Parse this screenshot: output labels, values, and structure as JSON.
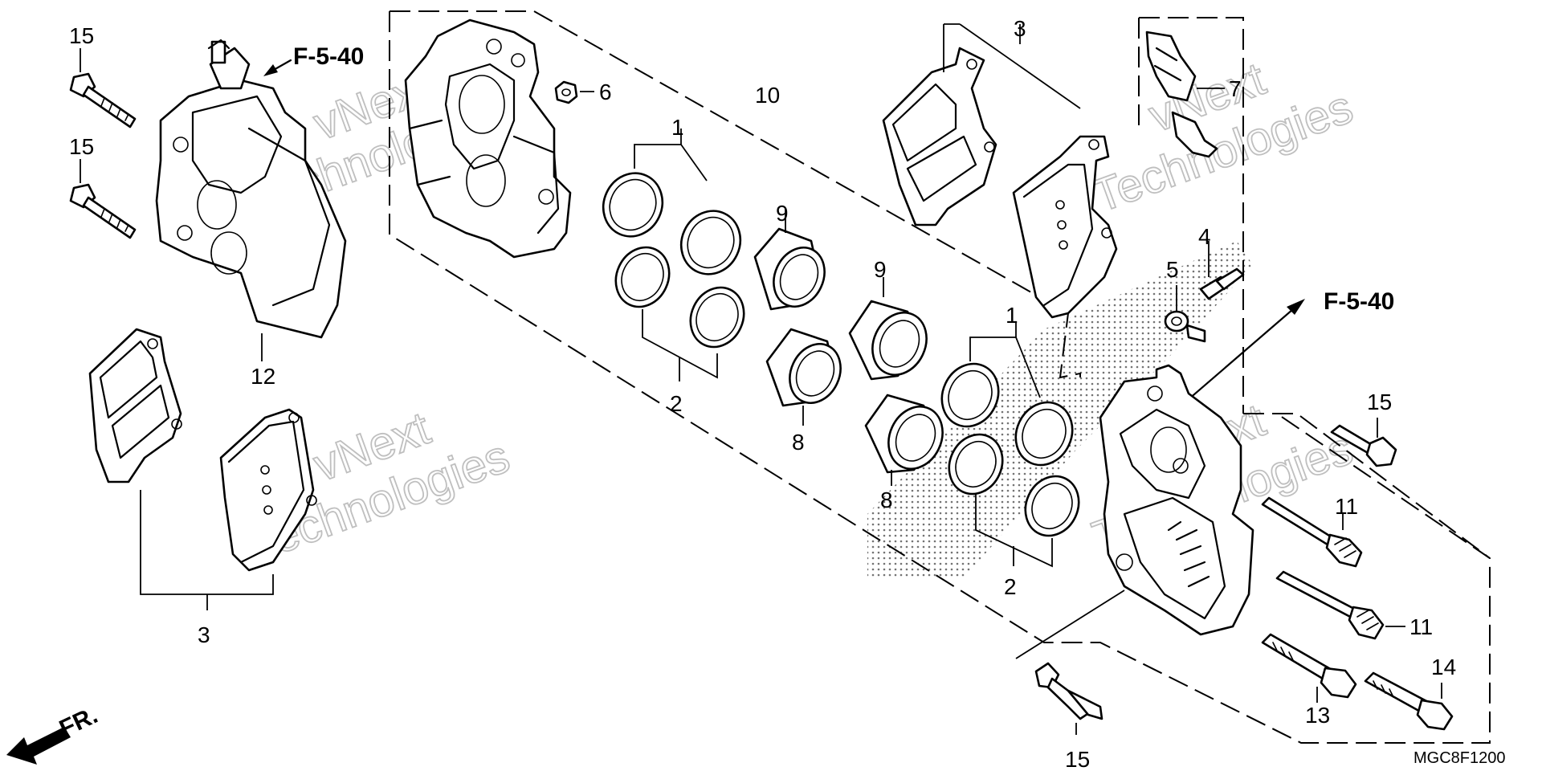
{
  "callouts": {
    "p1a": "1",
    "p1b": "1",
    "p2a": "2",
    "p2b": "2",
    "p3a": "3",
    "p3b": "3",
    "p4": "4",
    "p5": "5",
    "p6": "6",
    "p7": "7",
    "p8a": "8",
    "p8b": "8",
    "p9a": "9",
    "p9b": "9",
    "p10": "10",
    "p11a": "11",
    "p11b": "11",
    "p12": "12",
    "p13": "13",
    "p14": "14",
    "p15a": "15",
    "p15b": "15",
    "p15c": "15",
    "p15d": "15"
  },
  "refs": {
    "left": "F-5-40",
    "right": "F-5-40"
  },
  "direction": "FR.",
  "diagram_code": "MGC8F1200",
  "watermarks": {
    "brand1": "vNext",
    "brand2": "Technologies"
  }
}
